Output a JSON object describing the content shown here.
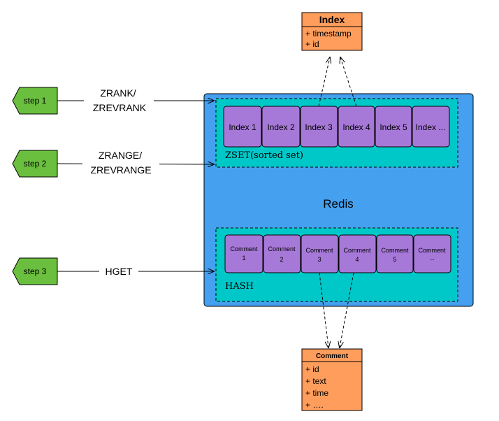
{
  "index_class": {
    "title": "Index",
    "fields": [
      "+ timestamp",
      "+ id"
    ]
  },
  "comment_class": {
    "title": "Comment",
    "fields": [
      "+ id",
      "+ text",
      "+ time",
      "+ …."
    ]
  },
  "steps": [
    {
      "label": "step 1",
      "command_lines": [
        "ZRANK/",
        "ZREVRANK"
      ]
    },
    {
      "label": "step 2",
      "command_lines": [
        "ZRANGE/",
        "ZREVRANGE"
      ]
    },
    {
      "label": "step 3",
      "command_lines": [
        "HGET"
      ]
    }
  ],
  "redis": {
    "title": "Redis",
    "zset": {
      "label": "ZSET(sorted set)",
      "items": [
        "Index 1",
        "Index 2",
        "Index 3",
        "Index 4",
        "Index 5",
        "Index ..."
      ]
    },
    "hash": {
      "label": "HASH",
      "items": [
        [
          "Comment",
          "1"
        ],
        [
          "Comment",
          "2"
        ],
        [
          "Comment",
          "3"
        ],
        [
          "Comment",
          "4"
        ],
        [
          "Comment",
          "5"
        ],
        [
          "Comment",
          "..."
        ]
      ]
    }
  },
  "colors": {
    "step_fill": "#6abf3e",
    "redis_fill": "#45a1f0",
    "container_fill": "#00c8c8",
    "item_fill": "#a678d8",
    "class_fill": "#ff9d5c"
  }
}
